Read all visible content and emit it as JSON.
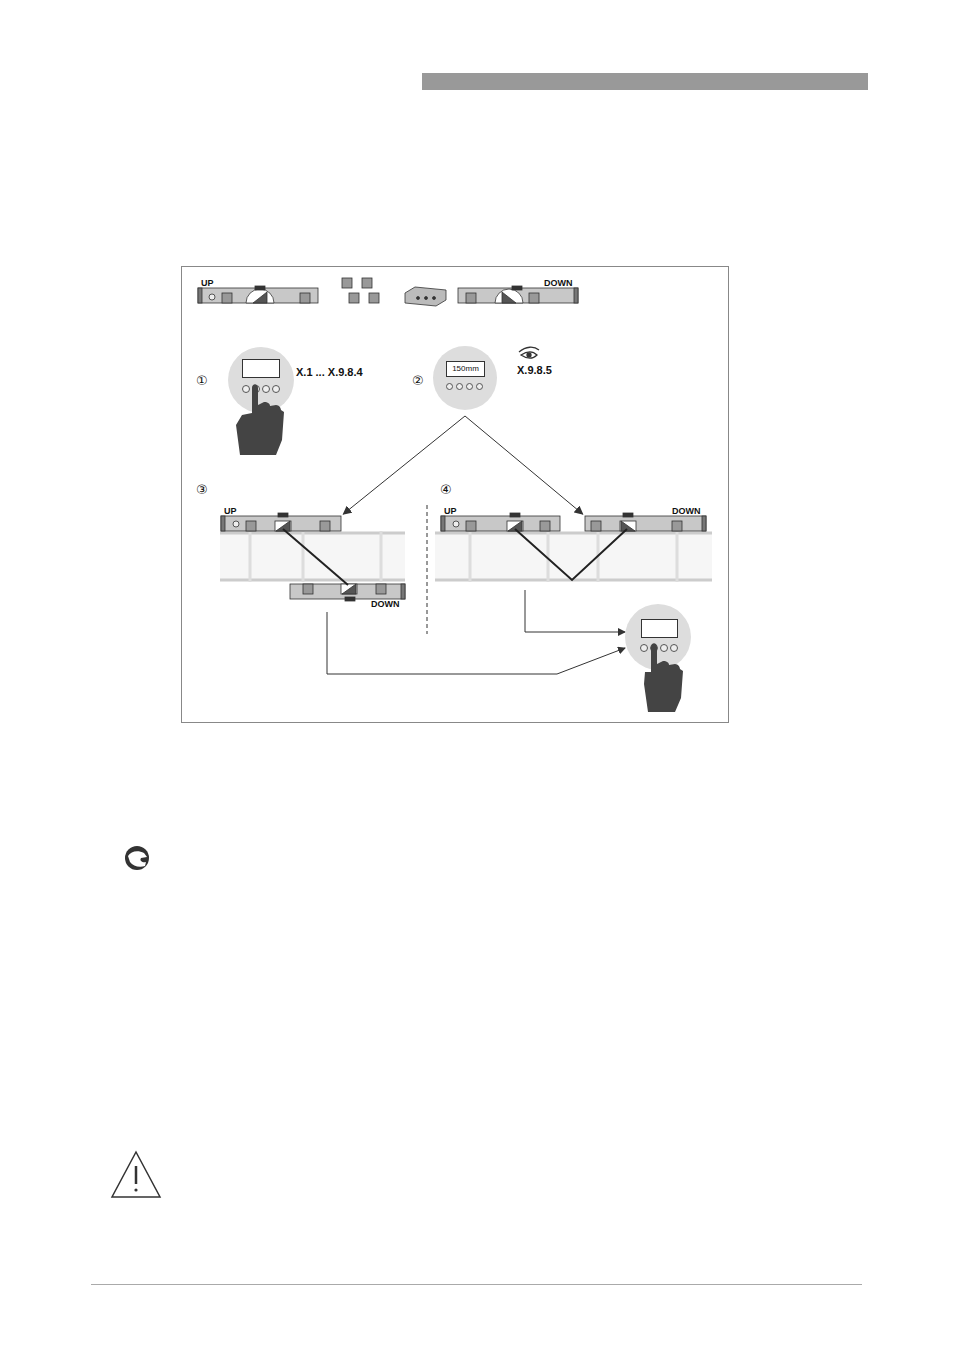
{
  "diagram": {
    "nodes": [
      {
        "text": [
          "UP"
        ]
      },
      {
        "text": [
          "DOWN"
        ]
      },
      {
        "text": [
          "150mm"
        ]
      },
      {
        "text": [
          "UP"
        ]
      },
      {
        "text": [
          "DOWN"
        ]
      },
      {
        "text": [
          "UP"
        ]
      },
      {
        "text": [
          "DOWN"
        ]
      }
    ],
    "edges": [
      {
        "from": 2,
        "to": 3,
        "arrow": "to"
      },
      {
        "from": 2,
        "to": 6,
        "arrow": "to"
      }
    ],
    "labels": [
      "①",
      "X.1 ... X.9.8.4",
      "②",
      "X.9.8.5",
      "③",
      "④"
    ]
  }
}
